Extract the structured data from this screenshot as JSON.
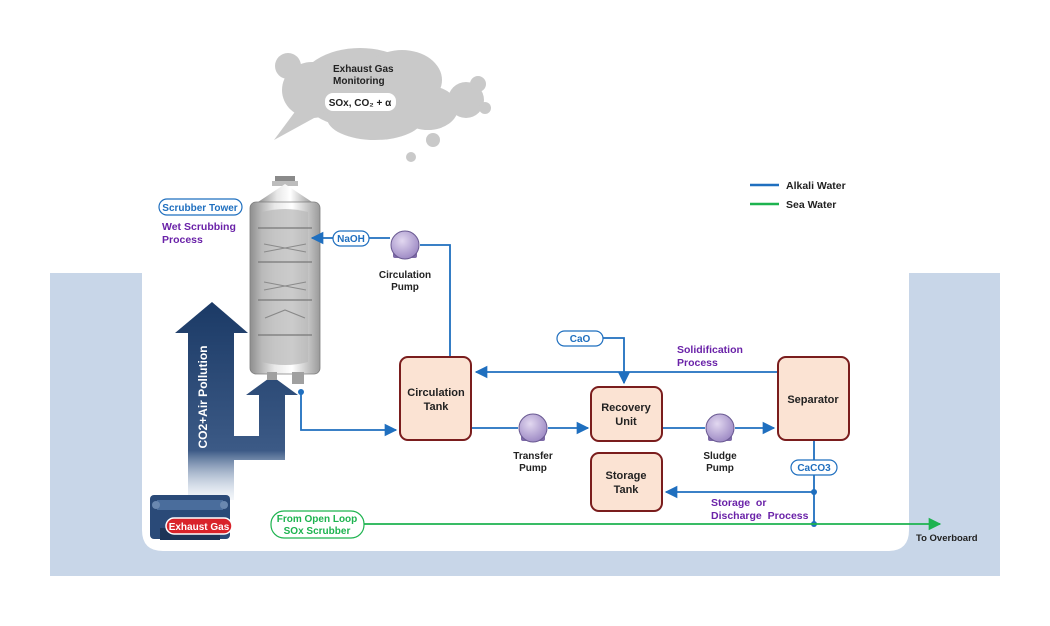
{
  "cloud": {
    "line1": "Exhaust Gas",
    "line2": "Monitoring",
    "formula": "SOx, CO₂ + α"
  },
  "legend": {
    "alkali": "Alkali Water",
    "sea": "Sea Water"
  },
  "scrubber": {
    "tag": "Scrubber Tower",
    "process_line1": "Wet Scrubbing",
    "process_line2": "Process"
  },
  "naoh": "NaOH",
  "circ_pump": {
    "line1": "Circulation",
    "line2": "Pump"
  },
  "cao": "CaO",
  "solid": {
    "line1": "Solidification",
    "line2": "Process"
  },
  "circ_tank": {
    "line1": "Circulation",
    "line2": "Tank"
  },
  "recovery": {
    "line1": "Recovery",
    "line2": "Unit"
  },
  "separator": "Separator",
  "transfer_pump": {
    "line1": "Transfer",
    "line2": "Pump"
  },
  "sludge_pump": {
    "line1": "Sludge",
    "line2": "Pump"
  },
  "storage_tank": {
    "line1": "Storage",
    "line2": "Tank"
  },
  "caco3": "CaCO3",
  "storage_process": {
    "line1": "Storage  or",
    "line2": "Discharge  Process"
  },
  "open_loop": {
    "line1": "From Open Loop",
    "line2": "SOx Scrubber"
  },
  "overboard": "To Overboard",
  "arrow_text": "CO2+Air Pollution",
  "exhaust_gas": "Exhaust Gas",
  "colors": {
    "alkali": "#1f6fbf",
    "sea": "#1db34f",
    "process_text": "#6a22a8",
    "tank_fill": "#fbe3d3",
    "tank_border": "#7a1d1d",
    "pump_fill": "#b9a6d6",
    "ship": "#c8d6e8",
    "arrow": "#1b3a66",
    "cloud": "#c9c9c9"
  }
}
